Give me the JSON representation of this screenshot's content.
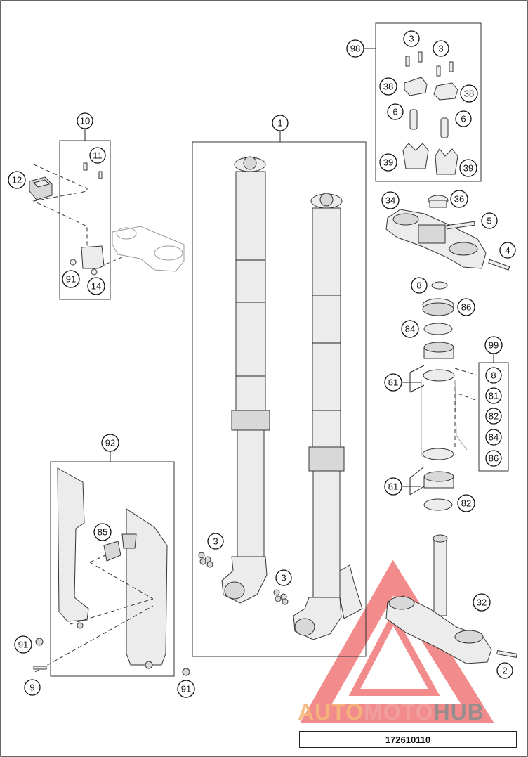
{
  "callouts": {
    "c1": "1",
    "c2": "2",
    "c3a": "3",
    "c3b": "3",
    "c3c": "3",
    "c3d": "3",
    "c4": "4",
    "c5": "5",
    "c6a": "6",
    "c6b": "6",
    "c8": "8",
    "c9": "9",
    "c10": "10",
    "c11": "11",
    "c12": "12",
    "c14": "14",
    "c32": "32",
    "c34": "34",
    "c36": "36",
    "c38a": "38",
    "c38b": "38",
    "c39a": "39",
    "c39b": "39",
    "c81a": "81",
    "c81b": "81",
    "c82": "82",
    "c84": "84",
    "c85": "85",
    "c86": "86",
    "c91a": "91",
    "c91b": "91",
    "c91c": "91",
    "c92": "92",
    "c98": "98",
    "c99": "99"
  },
  "kit99_items": [
    "8",
    "81",
    "82",
    "84",
    "86"
  ],
  "watermark": {
    "part1": "AUTO",
    "part2": "MOTO",
    "part3": "HUB",
    "color1": "#f5b87a",
    "color2": "#f0a0a0",
    "color3": "#8e8e8e",
    "triangle_color": "#e05050"
  },
  "doc_number": "172610110"
}
